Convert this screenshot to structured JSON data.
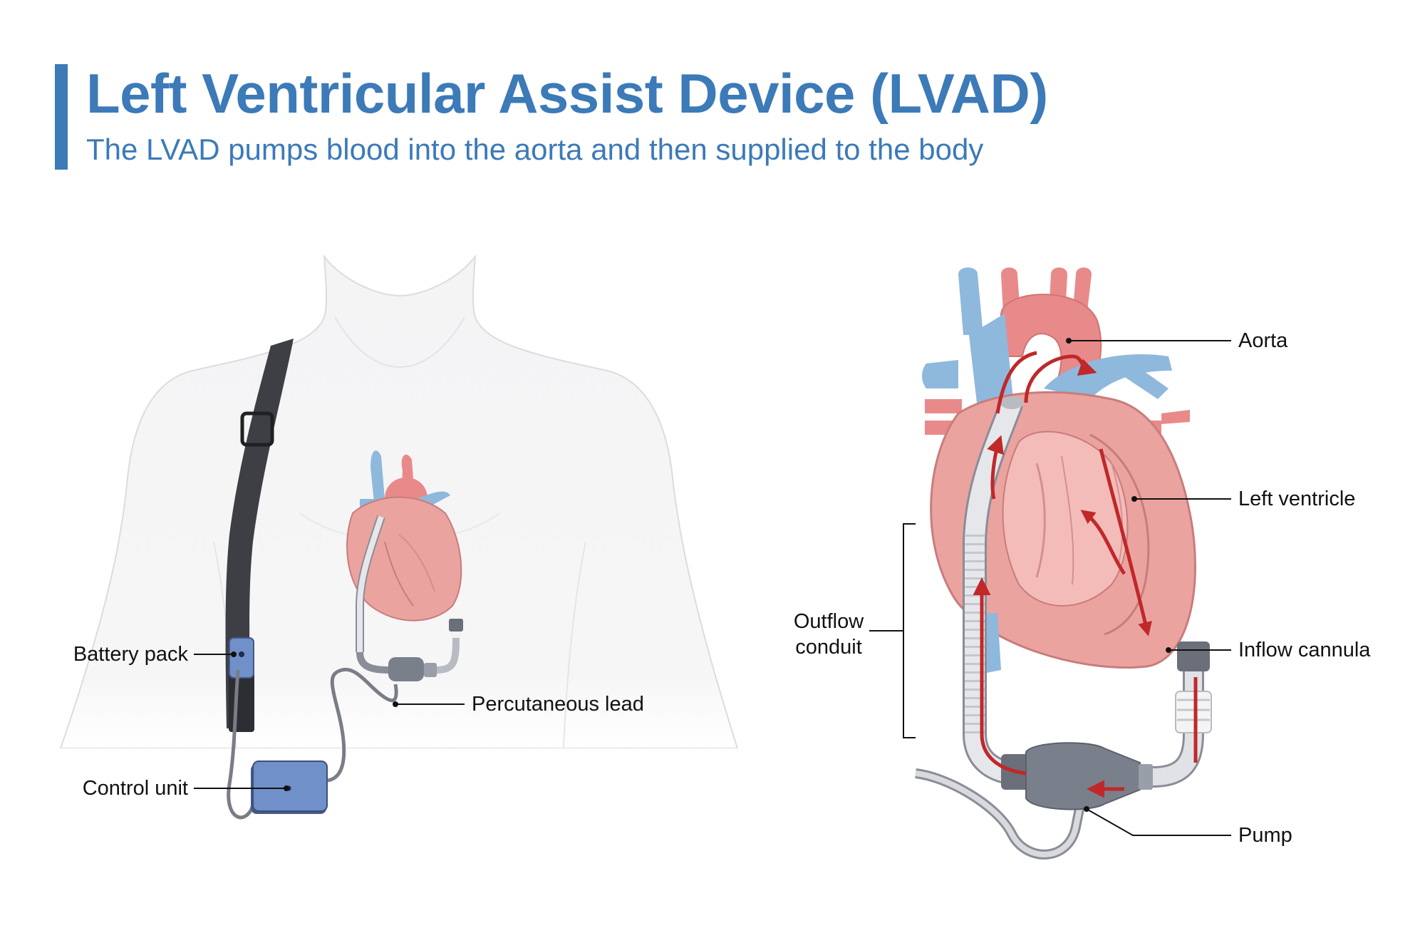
{
  "header": {
    "title": "Left Ventricular Assist Device (LVAD)",
    "subtitle": "The LVAD pumps blood into the aorta and then supplied to the body"
  },
  "labels": {
    "battery_pack": "Battery pack",
    "control_unit": "Control unit",
    "percutaneous_lead": "Percutaneous lead",
    "aorta": "Aorta",
    "left_ventricle": "Left ventricle",
    "outflow_conduit_line1": "Outflow",
    "outflow_conduit_line2": "conduit",
    "inflow_cannula": "Inflow cannula",
    "pump": "Pump"
  },
  "colors": {
    "accent": "#3c7ab8",
    "heart": "#e8a0a0",
    "vessel_blue": "#8fb8dd",
    "artery_red": "#e88a8a",
    "flow_arrow": "#c0282a",
    "device_gray": "#7a7f8c",
    "battery_blue": "#6f90c8",
    "strap": "#3d3f45"
  }
}
